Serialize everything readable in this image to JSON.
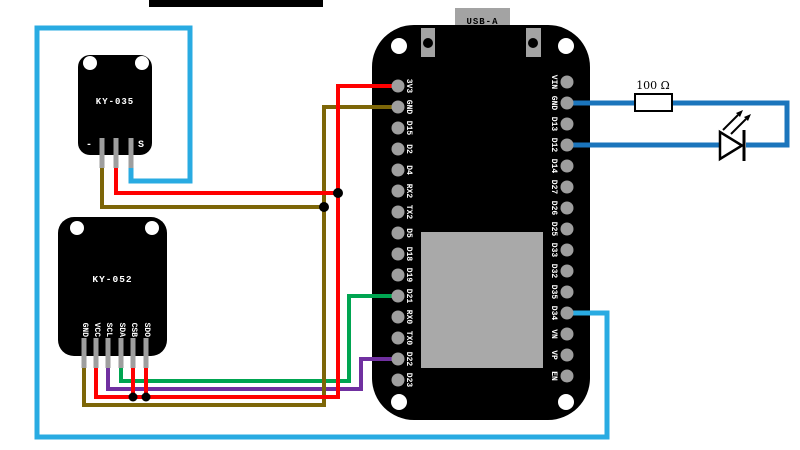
{
  "colors": {
    "wire_red": "#ff0000",
    "wire_brown": "#7d6608",
    "wire_green": "#00a551",
    "wire_purple": "#7030a0",
    "wire_cyan": "#29abe2",
    "wire_blue": "#1b75bc",
    "board_black": "#000000",
    "pin_gray": "#9e9e9e",
    "chip_gray": "#a9a9a9"
  },
  "ky035": {
    "title": "KY-035",
    "pin_minus_label": "-",
    "pin_signal_label": "S"
  },
  "ky052": {
    "title": "KY-052",
    "pin_labels": [
      "GND",
      "VCC",
      "SCL",
      "SDA",
      "CSB",
      "SDO"
    ]
  },
  "esp32": {
    "usb_label": "USB-A",
    "left_pins": [
      "3V3",
      "GND",
      "D15",
      "D2",
      "D4",
      "RX2",
      "TX2",
      "D5",
      "D18",
      "D19",
      "D21",
      "RX0",
      "TX0",
      "D22",
      "D23"
    ],
    "right_pins": [
      "VIN",
      "GND",
      "D13",
      "D12",
      "D14",
      "D27",
      "D26",
      "D25",
      "D33",
      "D32",
      "D35",
      "D34",
      "VN",
      "VP",
      "EN"
    ]
  },
  "led_circuit": {
    "resistor_label": "100 Ω"
  },
  "nets": [
    {
      "color": "red",
      "description": "ESP32 3V3 to KY-052 VCC, CSB, SDO and KY-035 middle pin"
    },
    {
      "color": "dark-yellow",
      "description": "ESP32 GND (left) to KY-052 GND and KY-035 - pin"
    },
    {
      "color": "green",
      "description": "ESP32 D21 to KY-052 SDA"
    },
    {
      "color": "purple",
      "description": "ESP32 D22 to KY-052 SCL"
    },
    {
      "color": "cyan",
      "description": "KY-035 S pin to ESP32 D34"
    },
    {
      "color": "blue",
      "description": "ESP32 GND (right) through 100 Ω resistor to LED cathode, LED anode to ESP32 D12"
    }
  ]
}
